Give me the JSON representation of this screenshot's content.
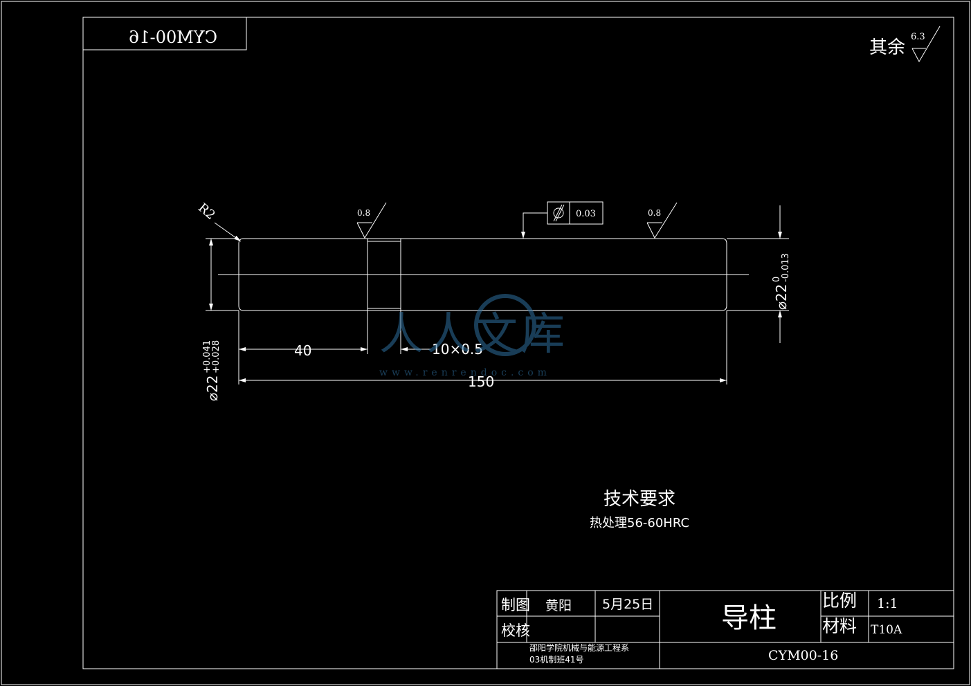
{
  "drawing": {
    "mirrored_code": "CYM00-16",
    "surface_other_label": "其余",
    "surface_other_value": "6.3",
    "roughness_left": "0.8",
    "roughness_right": "0.8",
    "radius_label": "R2",
    "tolerance_value": "0.03",
    "dim_40": "40",
    "dim_groove": "10×0.5",
    "dim_150": "150",
    "dim_left_dia": "⌀22",
    "dim_left_tol_upper": "+0.041",
    "dim_left_tol_lower": "+0.028",
    "dim_right_dia": "⌀22",
    "dim_right_tol_upper": "0",
    "dim_right_tol_lower": "-0.013"
  },
  "watermark": {
    "text": "人人文库",
    "url": "www.renrendoc.com"
  },
  "requirements": {
    "title": "技术要求",
    "line1": "热处理56-60HRC"
  },
  "title_block": {
    "drawn_label": "制图",
    "drawn_name": "黄阳",
    "drawn_date": "5月25日",
    "checked_label": "校核",
    "part_name": "导柱",
    "scale_label": "比例",
    "scale_value": "1:1",
    "material_label": "材料",
    "material_value": "T10A",
    "school_line1": "邵阳学院机械与能源工程系",
    "school_line2": "03机制班41号",
    "drawing_number": "CYM00-16"
  }
}
